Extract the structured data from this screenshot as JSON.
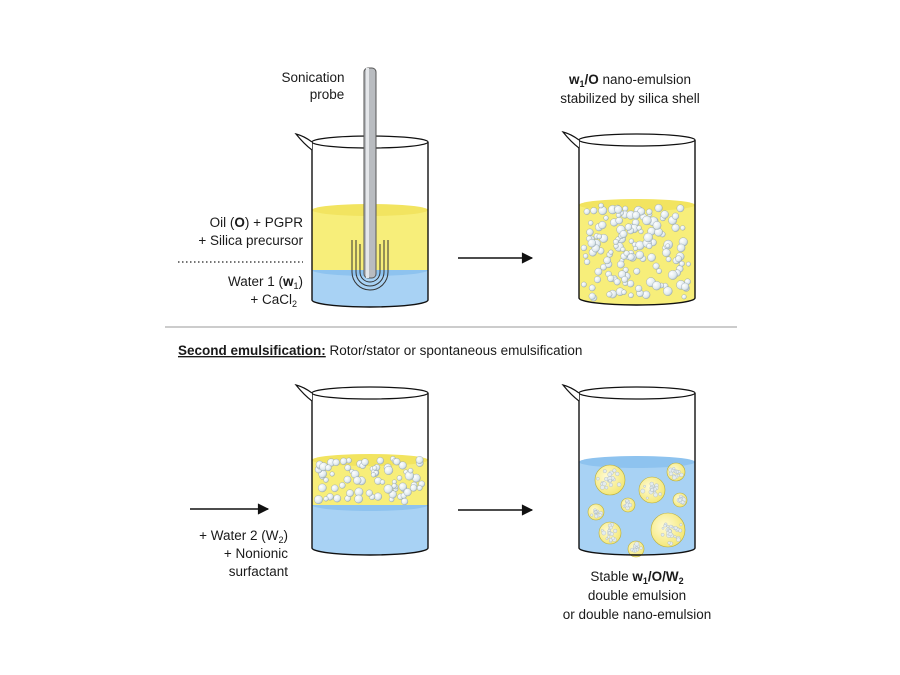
{
  "top": {
    "probe_label": [
      "Sonication",
      "probe"
    ],
    "oil_label": {
      "pre": "Oil (",
      "bold": "O",
      "post": ") + PGPR"
    },
    "silica_label": "+ Silica precursor",
    "water1_label": {
      "pre": "Water 1 (",
      "bold": "w",
      "sub": "1",
      "post": ")"
    },
    "cacl2_label": {
      "pre": "+ CaCl",
      "sub": "2"
    },
    "result_title": {
      "b1": "w",
      "sub": "1",
      "b2": "/O",
      "post": " nano-emulsion"
    },
    "result_subtitle": "stabilized by silica shell"
  },
  "second": {
    "heading_bold": "Second emulsification:",
    "heading_rest": " Rotor/stator or spontaneous emulsification",
    "water2_label": {
      "pre": "+ Water 2 (W",
      "sub": "2",
      "post": ")"
    },
    "surfactant_label": [
      "+ Nonionic",
      "surfactant"
    ],
    "stable_label": {
      "pre": "Stable ",
      "b1": "w",
      "sub1": "1",
      "b2": "/O/W",
      "sub2": "2"
    },
    "double_label": "double emulsion",
    "nano_label": "or double nano-emulsion"
  },
  "colors": {
    "oil": "#f7ee7a",
    "water": "#a8d2f4",
    "water_dark": "#8ec3ef",
    "droplet": "#dfe9ee",
    "outline": "#111111"
  }
}
